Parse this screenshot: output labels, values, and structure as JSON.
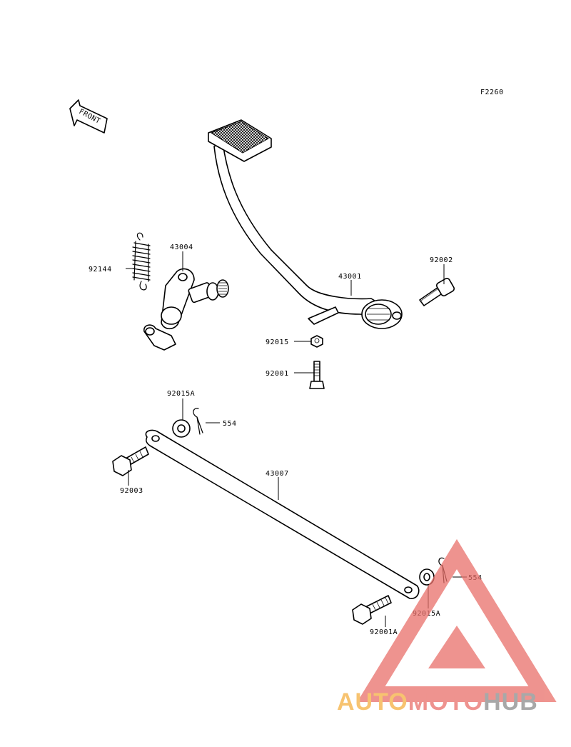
{
  "figure_code": "F2260",
  "front_arrow_text": "FRONT",
  "labels": {
    "p92144": "92144",
    "p43004": "43004",
    "p43001": "43001",
    "p92002": "92002",
    "p92015": "92015",
    "p92001": "92001",
    "p92015A_top": "92015A",
    "p554_top": "554",
    "p92003": "92003",
    "p43007": "43007",
    "p554_bottom": "554",
    "p92015A_bottom": "92015A",
    "p92001A": "92001A"
  },
  "watermark": {
    "part1": "AUTO",
    "part2": "MOTO",
    "part3": "HUB",
    "color_orange": "#f5b041",
    "color_red": "#e9706a",
    "color_gray": "#8c8c8c"
  }
}
